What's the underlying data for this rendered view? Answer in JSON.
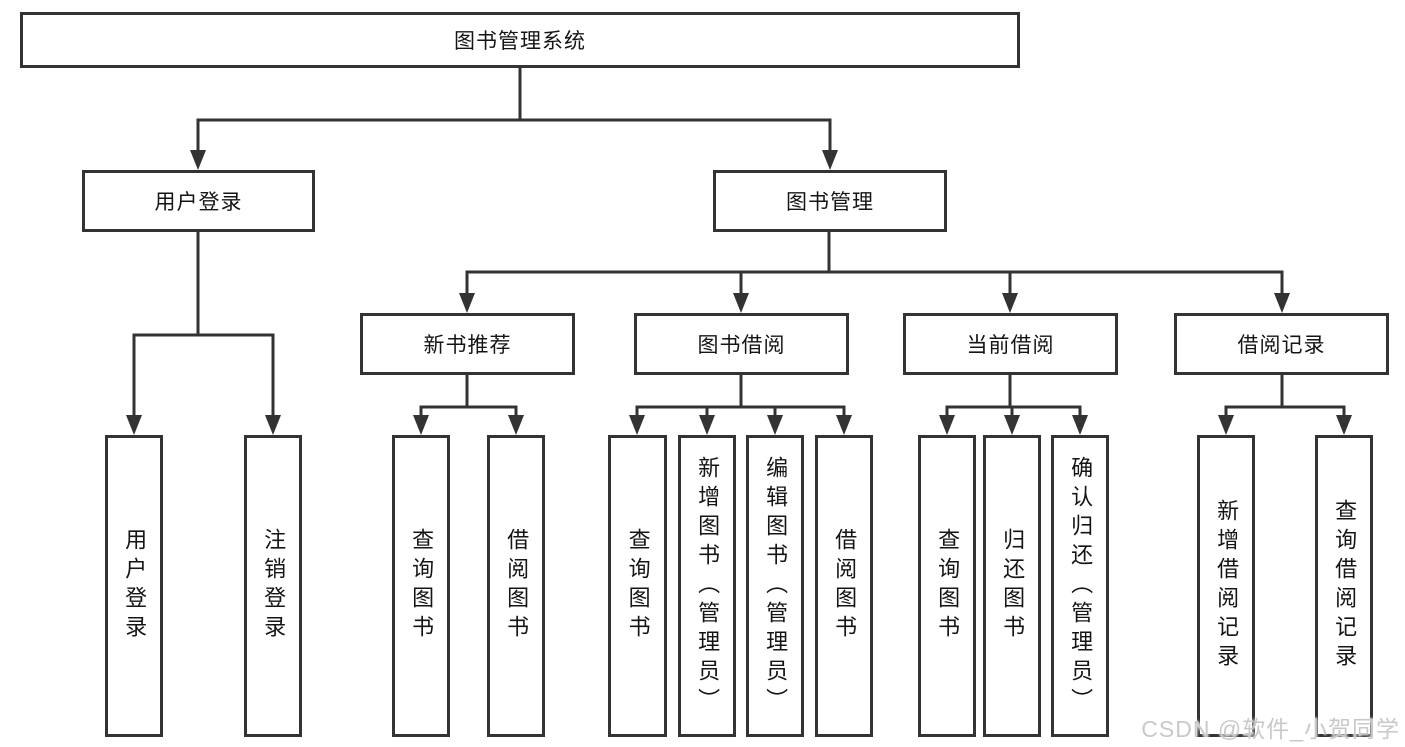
{
  "diagram": {
    "type": "hierarchy-tree",
    "line_color": "#333333",
    "box_border_color": "#333333",
    "text_color": "#151515",
    "background_color": "#ffffff"
  },
  "tree": {
    "label": "图书管理系统",
    "children": [
      {
        "label": "用户登录",
        "children": [
          {
            "label": "用户登录"
          },
          {
            "label": "注销登录"
          }
        ]
      },
      {
        "label": "图书管理",
        "children": [
          {
            "label": "新书推荐",
            "children": [
              {
                "label": "查询图书"
              },
              {
                "label": "借阅图书"
              }
            ]
          },
          {
            "label": "图书借阅",
            "children": [
              {
                "label": "查询图书"
              },
              {
                "label": "新增图书（管理员）"
              },
              {
                "label": "编辑图书（管理员）"
              },
              {
                "label": "借阅图书"
              }
            ]
          },
          {
            "label": "当前借阅",
            "children": [
              {
                "label": "查询图书"
              },
              {
                "label": "归还图书"
              },
              {
                "label": "确认归还（管理员）"
              }
            ]
          },
          {
            "label": "借阅记录",
            "children": [
              {
                "label": "新增借阅记录"
              },
              {
                "label": "查询借阅记录"
              }
            ]
          }
        ]
      }
    ]
  },
  "watermark": {
    "text": "CSDN @软件_小贺同学"
  }
}
